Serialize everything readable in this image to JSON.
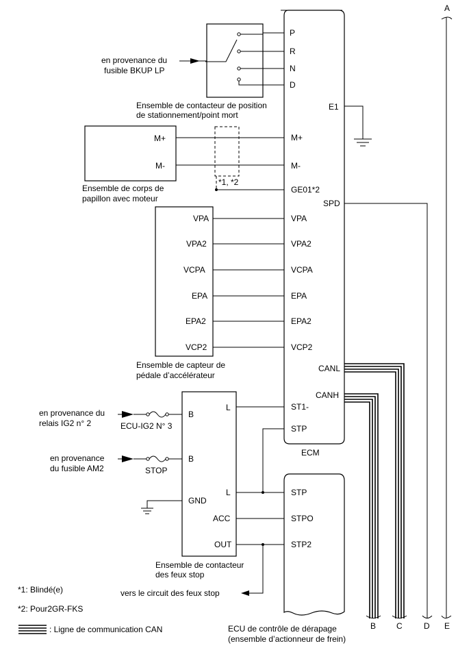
{
  "ecm": {
    "name": "ECM",
    "pins": {
      "p": "P",
      "r": "R",
      "n": "N",
      "d": "D",
      "e1": "E1",
      "mplus": "M+",
      "mminus": "M-",
      "ge01": "GE01*2",
      "spd": "SPD",
      "vpa": "VPA",
      "vpa2": "VPA2",
      "vcpa": "VCPA",
      "epa": "EPA",
      "epa2": "EPA2",
      "vcp2": "VCP2",
      "canl": "CANL",
      "canh": "CANH",
      "st1": "ST1-",
      "stp": "STP"
    }
  },
  "park_switch": {
    "label_line1": "Ensemble de contacteur de position",
    "label_line2": "de stationnement/point mort"
  },
  "bkup_source": {
    "line1": "en provenance du",
    "line2": "fusible BKUP LP"
  },
  "throttle": {
    "pin_mplus": "M+",
    "pin_mminus": "M-",
    "label_line1": "Ensemble de corps de",
    "label_line2": "papillon avec moteur"
  },
  "shield_note": "*1, *2",
  "pedal": {
    "pins": [
      "VPA",
      "VPA2",
      "VCPA",
      "EPA",
      "EPA2",
      "VCP2"
    ],
    "label_line1": "Ensemble de capteur de",
    "label_line2": "pédale d’accélérateur"
  },
  "stop_switch": {
    "pins": {
      "b1": "B",
      "b2": "B",
      "gnd": "GND",
      "l1": "L",
      "l2": "L",
      "acc": "ACC",
      "out": "OUT"
    },
    "label_line1": "Ensemble de contacteur",
    "label_line2": "des feux stop"
  },
  "ig2_source": {
    "line1": "en provenance du",
    "line2": "relais IG2 n° 2",
    "fuse": "ECU-IG2 N° 3"
  },
  "am2_source": {
    "line1": "en provenance",
    "line2": "du fusible AM2",
    "fuse": "STOP"
  },
  "skid_ecu": {
    "pins": {
      "stp": "STP",
      "stpo": "STPO",
      "stp2": "STP2"
    },
    "label_line1": "ECU de contrôle de dérapage",
    "label_line2": "(ensemble d’actionneur de frein)"
  },
  "stop_circuit": "vers le circuit des feux stop",
  "connectors": {
    "a": "A",
    "b": "B",
    "c": "C",
    "d": "D",
    "e": "E"
  },
  "legend": {
    "note1": "*1: Blindé(e)",
    "note2": "*2: Pour2GR-FKS",
    "can_line": ": Ligne de communication CAN"
  }
}
